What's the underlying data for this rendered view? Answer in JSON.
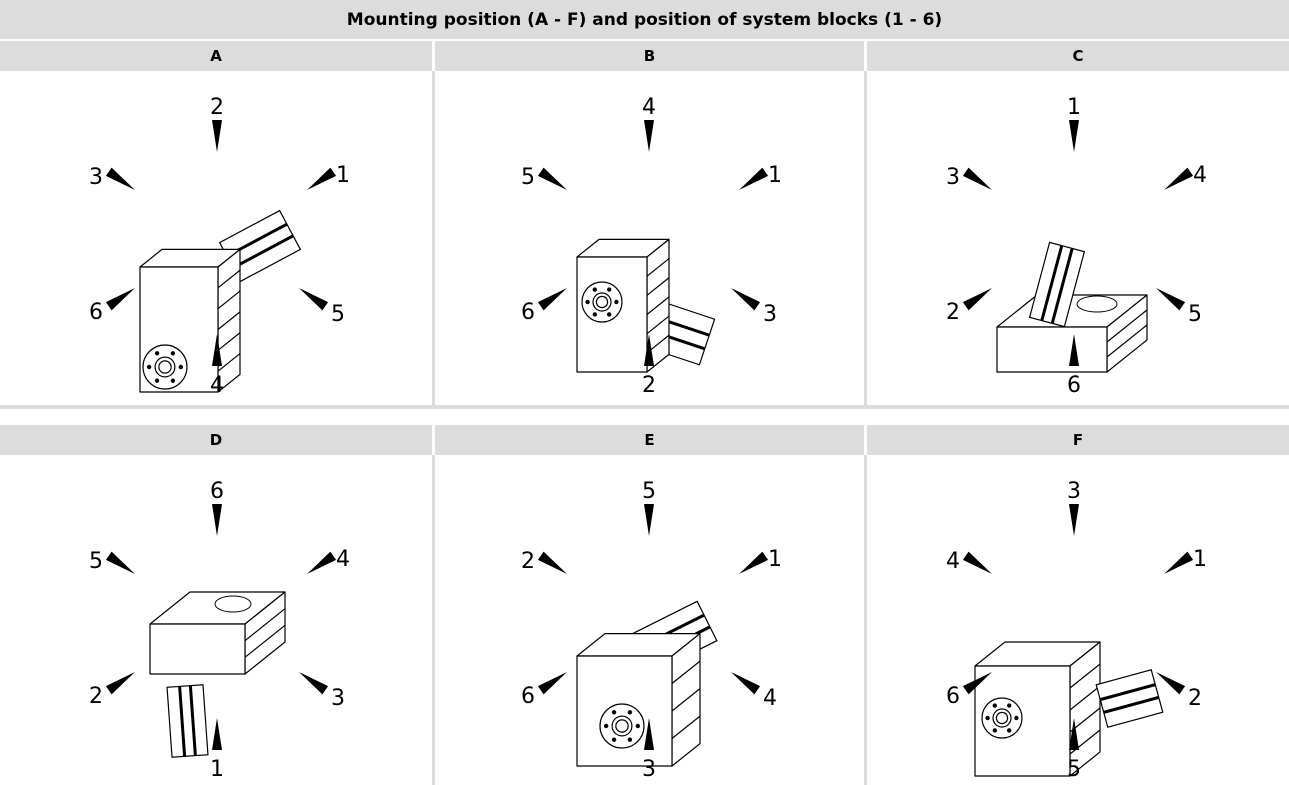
{
  "table": {
    "title": "Mounting position (A - F) and position of system blocks (1 - 6)",
    "positions": [
      {
        "letter": "A",
        "top": "2",
        "upper_left": "3",
        "upper_right": "1",
        "lower_left": "6",
        "lower_right": "5",
        "bottom": "4",
        "figure": "gearbox-front-motor-back-right"
      },
      {
        "letter": "B",
        "top": "4",
        "upper_left": "5",
        "upper_right": "1",
        "lower_left": "6",
        "lower_right": "3",
        "bottom": "2",
        "figure": "gearbox-front-motor-right"
      },
      {
        "letter": "C",
        "top": "1",
        "upper_left": "3",
        "upper_right": "4",
        "lower_left": "2",
        "lower_right": "5",
        "bottom": "6",
        "figure": "gearbox-flat-motor-up"
      },
      {
        "letter": "D",
        "top": "6",
        "upper_left": "5",
        "upper_right": "4",
        "lower_left": "2",
        "lower_right": "3",
        "bottom": "1",
        "figure": "gearbox-flat-motor-down"
      },
      {
        "letter": "E",
        "top": "5",
        "upper_left": "2",
        "upper_right": "1",
        "lower_left": "6",
        "lower_right": "4",
        "bottom": "3",
        "figure": "gearbox-front-motor-back"
      },
      {
        "letter": "F",
        "top": "3",
        "upper_left": "4",
        "upper_right": "1",
        "lower_left": "6",
        "lower_right": "2",
        "bottom": "5",
        "figure": "gearbox-front-motor-right-low"
      }
    ]
  }
}
